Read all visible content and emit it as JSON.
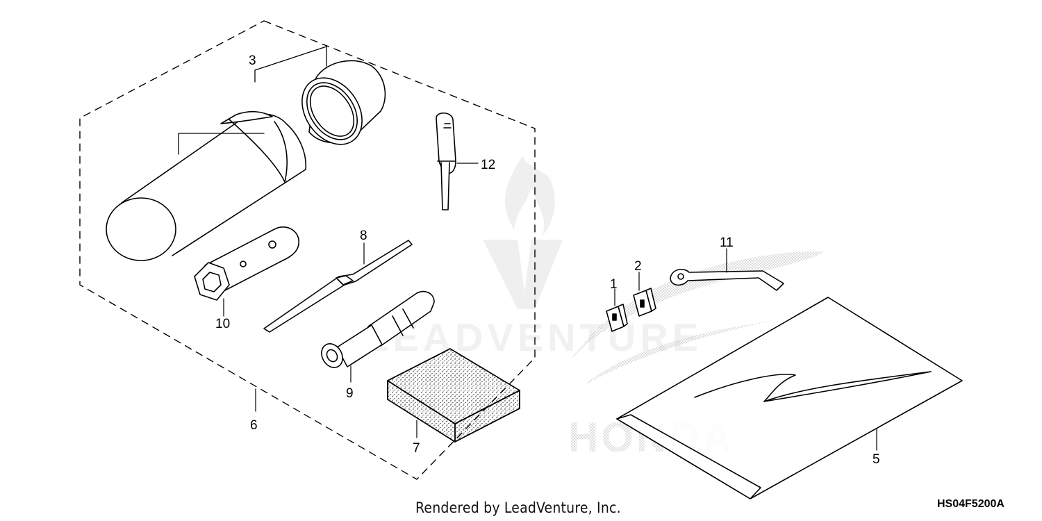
{
  "callouts": {
    "c1": "1",
    "c2": "2",
    "c3": "3",
    "c5": "5",
    "c6": "6",
    "c7": "7",
    "c8": "8",
    "c9": "9",
    "c10": "10",
    "c11": "11",
    "c12": "12"
  },
  "footer": {
    "credit": "Rendered by LeadVenture, Inc.",
    "drawing_code": "HS04F5200A"
  },
  "watermark": {
    "brand_text": "LEADVENTURE",
    "honda_text": "HONDA"
  },
  "colors": {
    "line": "#000000",
    "watermark": "#c8c8c8",
    "background": "#ffffff"
  }
}
